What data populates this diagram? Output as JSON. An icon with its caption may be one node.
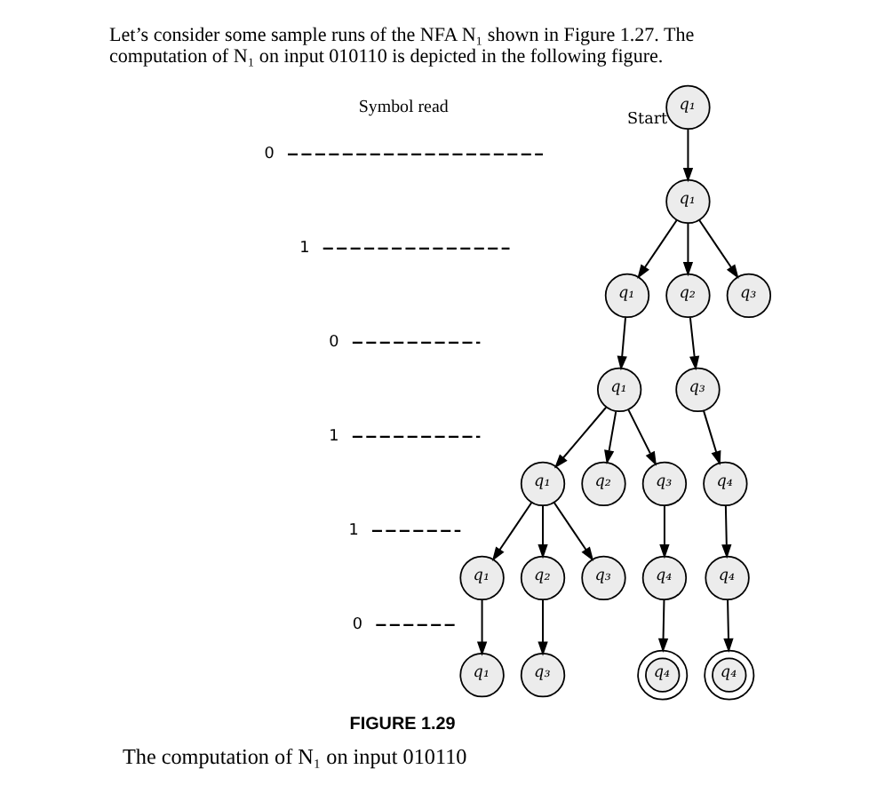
{
  "diagram": {
    "caption": "The computation of N₁ on input 010110",
    "nodes": [
      {
        "text": [
          "q₁"
        ],
        "beside": [
          "Start"
        ]
      },
      {
        "text": [
          "q₁"
        ]
      },
      {
        "text": [
          "q₁"
        ]
      },
      {
        "text": [
          "q₂"
        ]
      },
      {
        "text": [
          "q₃"
        ]
      },
      {
        "text": [
          "q₁"
        ]
      },
      {
        "text": [
          "q₃"
        ]
      },
      {
        "text": [
          "q₁"
        ]
      },
      {
        "text": [
          "q₂"
        ]
      },
      {
        "text": [
          "q₃"
        ]
      },
      {
        "text": [
          "q₄"
        ]
      },
      {
        "text": [
          "q₁"
        ]
      },
      {
        "text": [
          "q₂"
        ]
      },
      {
        "text": [
          "q₃"
        ]
      },
      {
        "text": [
          "q₄"
        ]
      },
      {
        "text": [
          "q₄"
        ]
      },
      {
        "text": [
          "q₁"
        ]
      },
      {
        "text": [
          "q₃"
        ]
      },
      {
        "text": [
          "q₄"
        ]
      },
      {
        "text": [
          "q₄"
        ]
      }
    ],
    "edges": [
      {
        "from": 0,
        "to": 1,
        "arrow": "to"
      },
      {
        "from": 1,
        "to": 2,
        "arrow": "to"
      },
      {
        "from": 1,
        "to": 3,
        "arrow": "to"
      },
      {
        "from": 1,
        "to": 4,
        "arrow": "to"
      },
      {
        "from": 2,
        "to": 5,
        "arrow": "to"
      },
      {
        "from": 3,
        "to": 6,
        "arrow": "to"
      },
      {
        "from": 5,
        "to": 7,
        "arrow": "to"
      },
      {
        "from": 5,
        "to": 8,
        "arrow": "to"
      },
      {
        "from": 5,
        "to": 9,
        "arrow": "to"
      },
      {
        "from": 6,
        "to": 10,
        "arrow": "to"
      },
      {
        "from": 7,
        "to": 11,
        "arrow": "to"
      },
      {
        "from": 7,
        "to": 12,
        "arrow": "to"
      },
      {
        "from": 7,
        "to": 13,
        "arrow": "to"
      },
      {
        "from": 9,
        "to": 14,
        "arrow": "to"
      },
      {
        "from": 10,
        "to": 15,
        "arrow": "to"
      },
      {
        "from": 11,
        "to": 16,
        "arrow": "to"
      },
      {
        "from": 12,
        "to": 17,
        "arrow": "to"
      },
      {
        "from": 14,
        "to": 18,
        "arrow": "to"
      },
      {
        "from": 15,
        "to": 19,
        "arrow": "to"
      }
    ],
    "labels": [
      "Let’s consider some sample runs of the NFA N₁ shown in Figure 1.27. The computation of N₁ on input 010110 is depicted in the following figure.",
      "Symbol read",
      "0",
      "1",
      "0",
      "1",
      "1",
      "0",
      "FIGURE 1.29"
    ]
  }
}
